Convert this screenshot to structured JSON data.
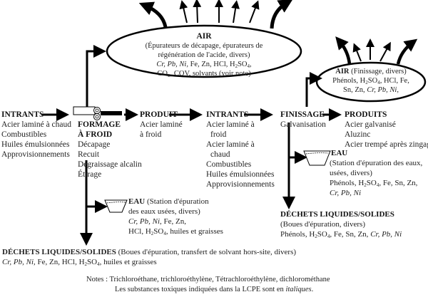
{
  "air_main": {
    "title": "AIR",
    "lines": [
      "(Épurateurs de décapage, épurateurs de",
      "régénération de l'acide, divers)"
    ],
    "emissions_italic": "Cr, Pb, Ni,",
    "emissions_line1": " Fe, Zn, HCl, H",
    "emissions_line1_sub": "2",
    "emissions_line1_end": "SO",
    "emissions_line1_sub2": "4",
    "emissions_line1_tail": ",",
    "emissions_line2": "CO₂, COV, solvants (voir note)"
  },
  "air_finishing": {
    "title": "AIR",
    "subtitle": " (Finissage, divers)",
    "line1_a": "Phénols, H",
    "line1_sub": "2",
    "line1_b": "SO",
    "line1_sub2": "4",
    "line1_c": ", HCl, Fe,",
    "line2_a": "Sn, Zn, ",
    "line2_italic": "Cr, Pb, Ni,"
  },
  "inputs_1": {
    "title": "INTRANTS",
    "items": [
      "Acier laminé à chaud",
      "Combustibles",
      "Huiles émulsionnées",
      "Approvisionnements"
    ]
  },
  "cold_forming": {
    "title_line1": "FORMAGE",
    "title_line2": "À FROID",
    "items": [
      "Décapage",
      "Recuit",
      "Dégraissage alcalin",
      "Étirage"
    ]
  },
  "product": {
    "title": "PRODUIT",
    "items": [
      "Acier laminé",
      "à froid"
    ]
  },
  "inputs_2": {
    "title": "INTRANTS",
    "items": [
      "Acier laminé à",
      "froid",
      "Acier laminé à",
      "chaud",
      "Combustibles",
      "Huiles émulsionnées",
      "Approvisionnements"
    ]
  },
  "finishing": {
    "title": "FINISSAGE",
    "items": [
      "Galvanisation"
    ]
  },
  "products": {
    "title": "PRODUITS",
    "items": [
      "Acier galvanisé",
      "Aluzinc",
      "Acier trempé après zingage"
    ]
  },
  "water_1": {
    "title": "EAU",
    "line0": " (Station d'épuration",
    "line1": "des eaux usées, divers)",
    "line2_italic": "Cr, Pb, Ni,",
    "line2": " Fe, Zn,",
    "line3_a": "HCl, H",
    "line3_sub": "2",
    "line3_b": "SO",
    "line3_sub2": "4",
    "line3_c": ", huiles et graisses"
  },
  "water_2": {
    "title": "EAU",
    "line1": "(Station d'épuration des eaux,",
    "line2": "usées, divers)",
    "line3_a": "Phénols, H",
    "line3_sub": "2",
    "line3_b": "SO",
    "line3_sub2": "4",
    "line3_c": ", Fe, Sn, Zn,",
    "line4_italic": "Cr, Pb, Ni"
  },
  "waste_1": {
    "title": "DÉCHETS LIQUIDES/SOLIDES",
    "subtitle": " (Boues d'épuration, transfert de solvant hors-site, divers)",
    "line2_italic": "Cr, Pb, Ni,",
    "line2_a": " Fe, Zn, HCl, H",
    "line2_sub": "2",
    "line2_b": "SO",
    "line2_sub2": "4",
    "line2_c": ", huiles et graisses"
  },
  "waste_2": {
    "title": "DÉCHETS LIQUIDES/SOLIDES",
    "line1": "(Boues d'épuration, divers)",
    "line2_a": "Phénols, H",
    "line2_sub": "2",
    "line2_b": "SO",
    "line2_sub2": "4",
    "line2_c": ", Fe, Sn, Zn, ",
    "line2_italic": "Cr, Pb, Ni"
  },
  "notes": {
    "line1": "Notes : Trichloroéthane, trichloroéthylène, Tétrachloroéthylène, dichlorométhane",
    "line2_a": "Les substances toxiques indiquées dans la LCPE sont en ",
    "line2_italic": "italiques",
    "line2_b": "."
  }
}
